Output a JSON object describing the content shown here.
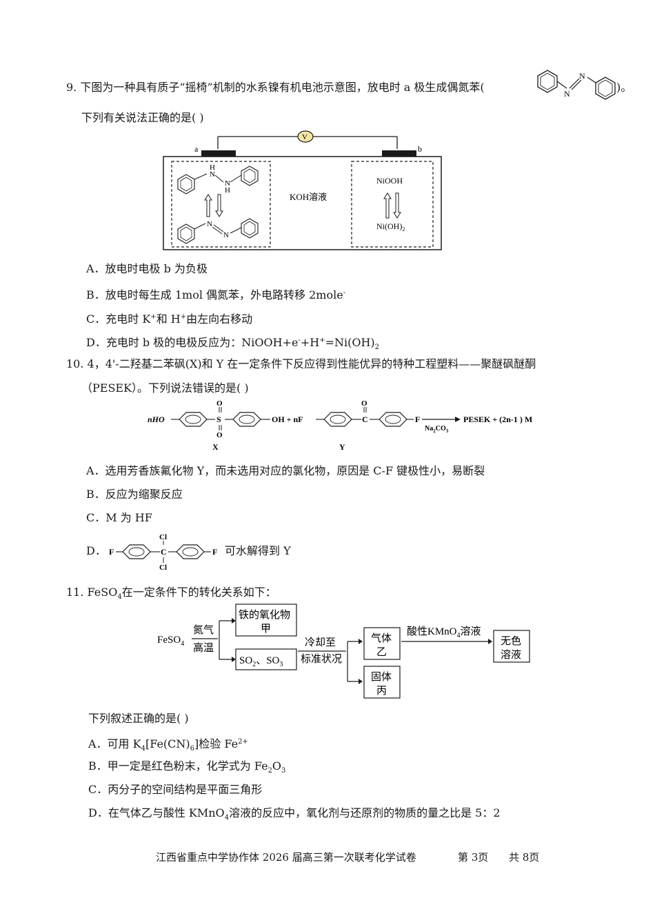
{
  "q9": {
    "stem_prefix": "9. 下图为一种具有质子“摇椅”机制的水系镍有机电池示意图，放电时 a 极生成偶氮苯(",
    "stem_suffix": ")。",
    "prompt": "下列有关说法正确的是(        )",
    "figure": {
      "electrode_a": "a",
      "electrode_b": "b",
      "voltmeter": "V",
      "electrolyte": "KOH溶液",
      "right_top": "NiOOH",
      "right_bottom": "Ni(OH)",
      "right_bottom_sub": "2",
      "hydrazo_H1": "H",
      "hydrazo_N1": "N",
      "hydrazo_N2": "N",
      "hydrazo_H2": "H",
      "azo_N1": "N",
      "azo_N2": "N"
    },
    "options": {
      "A": "A．放电时电极 b 为负极",
      "B_text": "B．放电时每生成 1mol 偶氮苯，外电路转移 2mole",
      "B_sup": "-",
      "C_1": "C．充电时 K",
      "C_sup1": "+",
      "C_2": "和 H",
      "C_sup2": "+",
      "C_3": "由左向右移动",
      "D_1": "D．充电时 b 极的电极反应为：NiOOH+e",
      "D_sup1": "-",
      "D_2": "+H",
      "D_sup2": "+",
      "D_3": "=Ni(OH)",
      "D_sub": "2"
    }
  },
  "q10": {
    "stem_line1": "10. 4，4'-二羟基二苯砜(X)和 Y 在一定条件下反应得到性能优异的特种工程塑料——聚醚砜醚酮",
    "stem_line2": "（PESEK）。下列说法错误的是(        )",
    "reaction": {
      "nHO": "nHO",
      "S": "S",
      "O_top": "O",
      "O_bottom": "O",
      "OH_nF": "OH + nF",
      "C": "C",
      "O_ketone": "O",
      "F": "F",
      "catalyst": "Na",
      "catalyst_sub1": "2",
      "catalyst_2": "CO",
      "catalyst_sub2": "3",
      "product": "PESEK + (2n-1 ) M",
      "label_X": "X",
      "label_Y": "Y"
    },
    "options": {
      "A": "A．选用芳香族氟化物 Y，而未选用对应的氯化物，原因是 C-F 键极性小，易断裂",
      "B": "B．反应为缩聚反应",
      "C": "C．M 为 HF",
      "D_prefix": "D．",
      "D_F1": "F",
      "D_C": "C",
      "D_Cl1": "Cl",
      "D_Cl2": "Cl",
      "D_F2": "F",
      "D_suffix": "可水解得到 Y"
    }
  },
  "q11": {
    "stem_1": "11. FeSO",
    "stem_sub": "4",
    "stem_2": "在一定条件下的转化关系如下：",
    "diagram": {
      "start": "FeSO",
      "start_sub": "4",
      "cond_top": "氮气",
      "cond_bottom": "高温",
      "box_jia_1": "铁的氧化物",
      "box_jia_2": "甲",
      "box_so": "SO",
      "box_so_sub1": "2",
      "box_so_mid": "、SO",
      "box_so_sub2": "3",
      "cool_1": "冷却至",
      "cool_2": "标准状况",
      "box_yi_1": "气体",
      "box_yi_2": "乙",
      "box_bing_1": "固体",
      "box_bing_2": "丙",
      "kmno4_1": "酸性KMnO",
      "kmno4_sub": "4",
      "kmno4_2": "溶液",
      "box_end_1": "无色",
      "box_end_2": "溶液"
    },
    "prompt": "下列叙述正确的是(        )",
    "options": {
      "A_1": "A．可用 K",
      "A_sub1": "4",
      "A_2": "[Fe(CN)",
      "A_sub2": "6",
      "A_3": "]检验 Fe",
      "A_sup": "2+",
      "B_1": "B．甲一定是红色粉末，化学式为 Fe",
      "B_sub1": "2",
      "B_2": "O",
      "B_sub2": "3",
      "C": "C．丙分子的空间结构是平面三角形",
      "D_1": "D．在气体乙与酸性 KMnO",
      "D_sub": "4",
      "D_2": "溶液的反应中，氧化剂与还原剂的物质的量之比是 5：2"
    }
  },
  "footer": {
    "title": "江西省重点中学协作体 2026 届高三第一次联考化学试卷",
    "page": "第 3页",
    "total": "共 8页"
  }
}
